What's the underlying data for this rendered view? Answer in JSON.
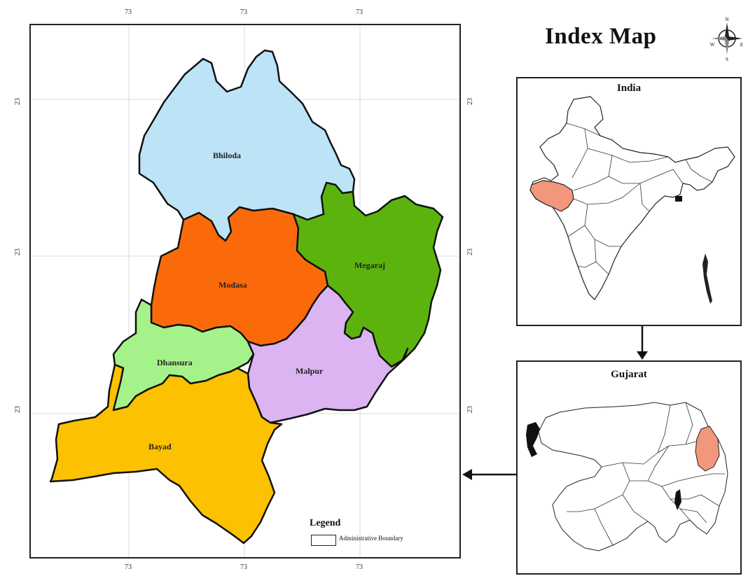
{
  "index_map": {
    "title": "Index Map"
  },
  "compass": {
    "n": "N",
    "s": "S",
    "e": "E",
    "w": "W"
  },
  "main_map": {
    "axis_labels": {
      "top": [
        "73",
        "73",
        "73"
      ],
      "bottom": [
        "73",
        "73",
        "73"
      ],
      "left": [
        "23",
        "23",
        "23"
      ],
      "right": [
        "23",
        "23",
        "23"
      ]
    },
    "districts": [
      {
        "name": "Bhiloda",
        "color": "#bde3f7"
      },
      {
        "name": "Modasa",
        "color": "#fb6a0a"
      },
      {
        "name": "Megaraj",
        "color": "#5cb30e"
      },
      {
        "name": "Dhansura",
        "color": "#a6f28a"
      },
      {
        "name": "Malpur",
        "color": "#dbb4f1"
      },
      {
        "name": "Bayad",
        "color": "#fcc100"
      }
    ]
  },
  "legend": {
    "title": "Legend",
    "item_label": "Administrative Boundary"
  },
  "insets": {
    "india": {
      "title": "India",
      "highlight_color": "#f2977b"
    },
    "gujarat": {
      "title": "Gujarat",
      "highlight_color": "#f2977b"
    }
  }
}
